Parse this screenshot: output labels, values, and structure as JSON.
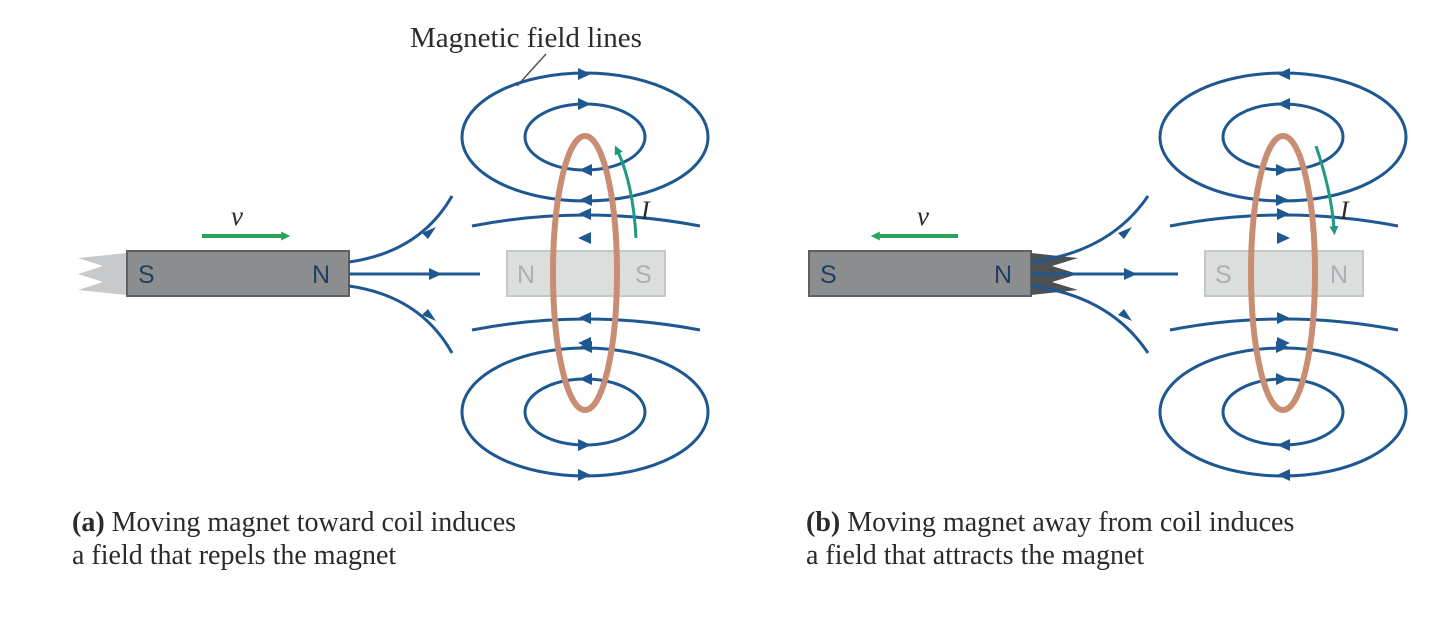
{
  "colors": {
    "field_line": "#1f5891",
    "coil": "#c98d74",
    "velocity_arrow": "#2aa35b",
    "current_arrow": "#1e9a82",
    "magnet_fill": "#8b8d8f",
    "ghost_magnet_fill": "#dcdede",
    "text": "#2b2b2b"
  },
  "header": {
    "field_lines_label": "Magnetic field lines"
  },
  "panels": [
    {
      "id": "a",
      "velocity_label": "v",
      "current_label": "I",
      "magnet": {
        "left_pole": "S",
        "right_pole": "N"
      },
      "induced_magnet": {
        "left_pole": "N",
        "right_pole": "S"
      },
      "caption_tag": "(a)",
      "caption_line1": "Moving magnet toward coil induces",
      "caption_line2": "a field that repels the magnet"
    },
    {
      "id": "b",
      "velocity_label": "v",
      "current_label": "I",
      "magnet": {
        "left_pole": "S",
        "right_pole": "N"
      },
      "induced_magnet": {
        "left_pole": "S",
        "right_pole": "N"
      },
      "caption_tag": "(b)",
      "caption_line1": "Moving magnet away from coil induces",
      "caption_line2": "a field that attracts the magnet"
    }
  ]
}
